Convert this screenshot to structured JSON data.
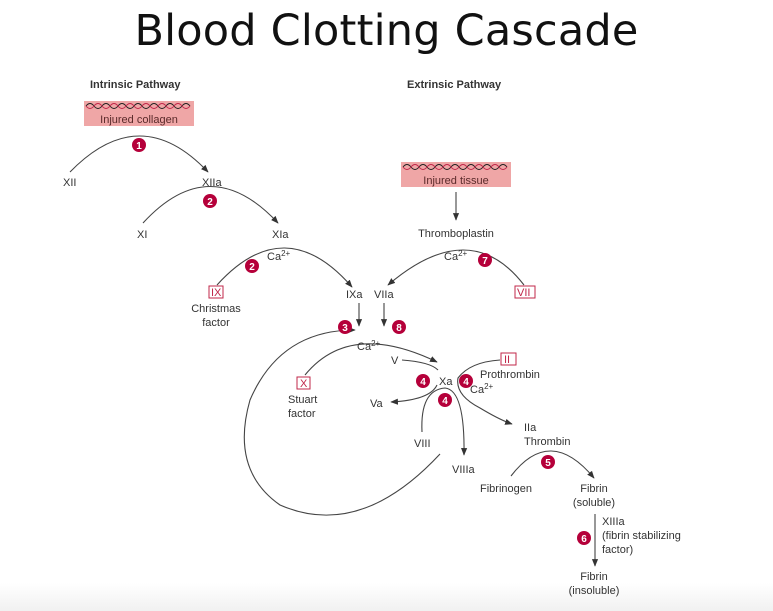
{
  "title": "Blood Clotting Cascade",
  "pathways": {
    "intrinsic": "Intrinsic Pathway",
    "extrinsic": "Extrinsic Pathway"
  },
  "banners": {
    "collagen": "Injured collagen",
    "tissue": "Injured tissue"
  },
  "factors": {
    "XII": "XII",
    "XIIa": "XIIa",
    "XI": "XI",
    "XIa": "XIa",
    "IX": "IX",
    "christmas_1": "Christmas",
    "christmas_2": "factor",
    "IXa": "IXa",
    "VIIa": "VIIa",
    "thromboplastin": "Thromboplastin",
    "VII": "VII",
    "X": "X",
    "stuart_1": "Stuart",
    "stuart_2": "factor",
    "V": "V",
    "Va": "Va",
    "Xa": "Xa",
    "VIII": "VIII",
    "VIIIa": "VIIIa",
    "II": "II",
    "prothrombin": "Prothrombin",
    "IIa": "IIa",
    "thrombin": "Thrombin",
    "fibrinogen": "Fibrinogen",
    "fibrin_sol_1": "Fibrin",
    "fibrin_sol_2": "(soluble)",
    "XIIIa": "XIIIa",
    "fsf_1": "(fibrin stabilizing",
    "fsf_2": "factor)",
    "fibrin_ins_1": "Fibrin",
    "fibrin_ins_2": "(insoluble)"
  },
  "cofactor": {
    "ca_base": "Ca",
    "ca_sup": "2+"
  },
  "steps": [
    "1",
    "2",
    "2",
    "3",
    "8",
    "7",
    "4",
    "4",
    "4",
    "5",
    "6"
  ],
  "colors": {
    "step_badge": "#b5003a",
    "banner": "#efa6a6",
    "box_outline": "#c0274a"
  }
}
